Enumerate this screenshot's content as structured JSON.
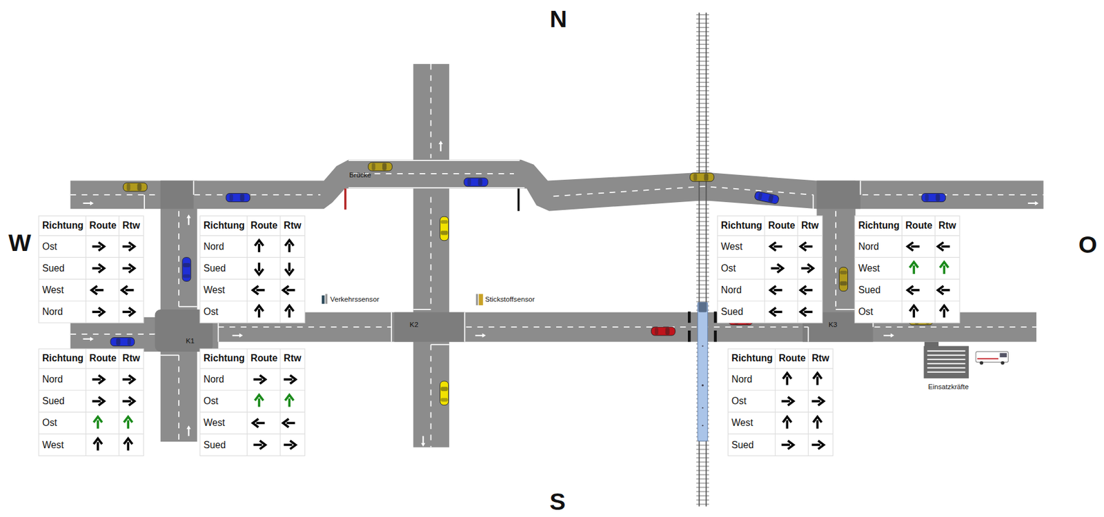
{
  "diagram": {
    "labels": [
      "N",
      "W",
      "O",
      "S",
      "Brücke",
      "Verkehrssensor",
      "Stickstoffsensor",
      "K1",
      "K2",
      "K3",
      "Einsatzkräfte",
      "Richtung",
      "Route",
      "Rtw",
      "Ost",
      "Sued",
      "West",
      "Nord",
      "Richtung",
      "Route",
      "Rtw",
      "Nord",
      "Sued",
      "West",
      "Ost",
      "Richtung",
      "Route",
      "Rtw",
      "West",
      "Ost",
      "Nord",
      "Sued",
      "Richtung",
      "Route",
      "Rtw",
      "Nord",
      "West",
      "Sued",
      "Ost",
      "Richtung",
      "Route",
      "Rtw",
      "Nord",
      "Sued",
      "Ost",
      "West",
      "Richtung",
      "Route",
      "Rtw",
      "Nord",
      "Ost",
      "West",
      "Sued",
      "Richtung",
      "Route",
      "Rtw",
      "Nord",
      "Ost",
      "West",
      "Sued"
    ]
  }
}
